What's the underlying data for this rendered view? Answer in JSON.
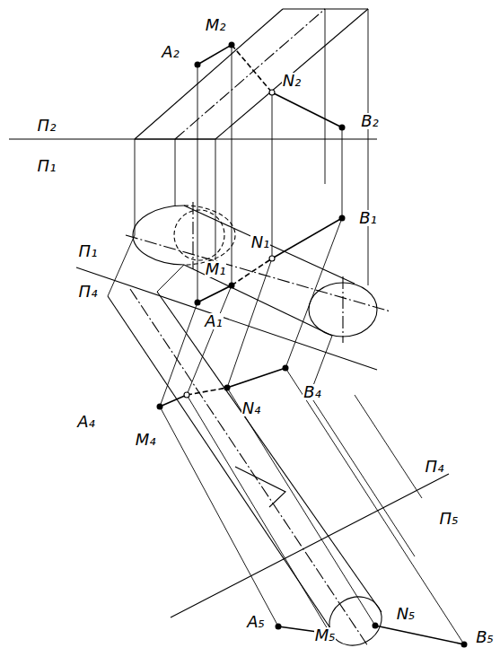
{
  "diagram": {
    "labels": [
      "Π₂",
      "Π₁",
      "A₂",
      "M₂",
      "N₂",
      "B₂",
      "N₁",
      "B₁",
      "M₁",
      "A₁",
      "Π₁",
      "Π₄",
      "A₄",
      "M₄",
      "N₄",
      "B₄",
      "Π₄",
      "Π₅",
      "A₅",
      "M₅",
      "N₅",
      "B₅"
    ]
  }
}
